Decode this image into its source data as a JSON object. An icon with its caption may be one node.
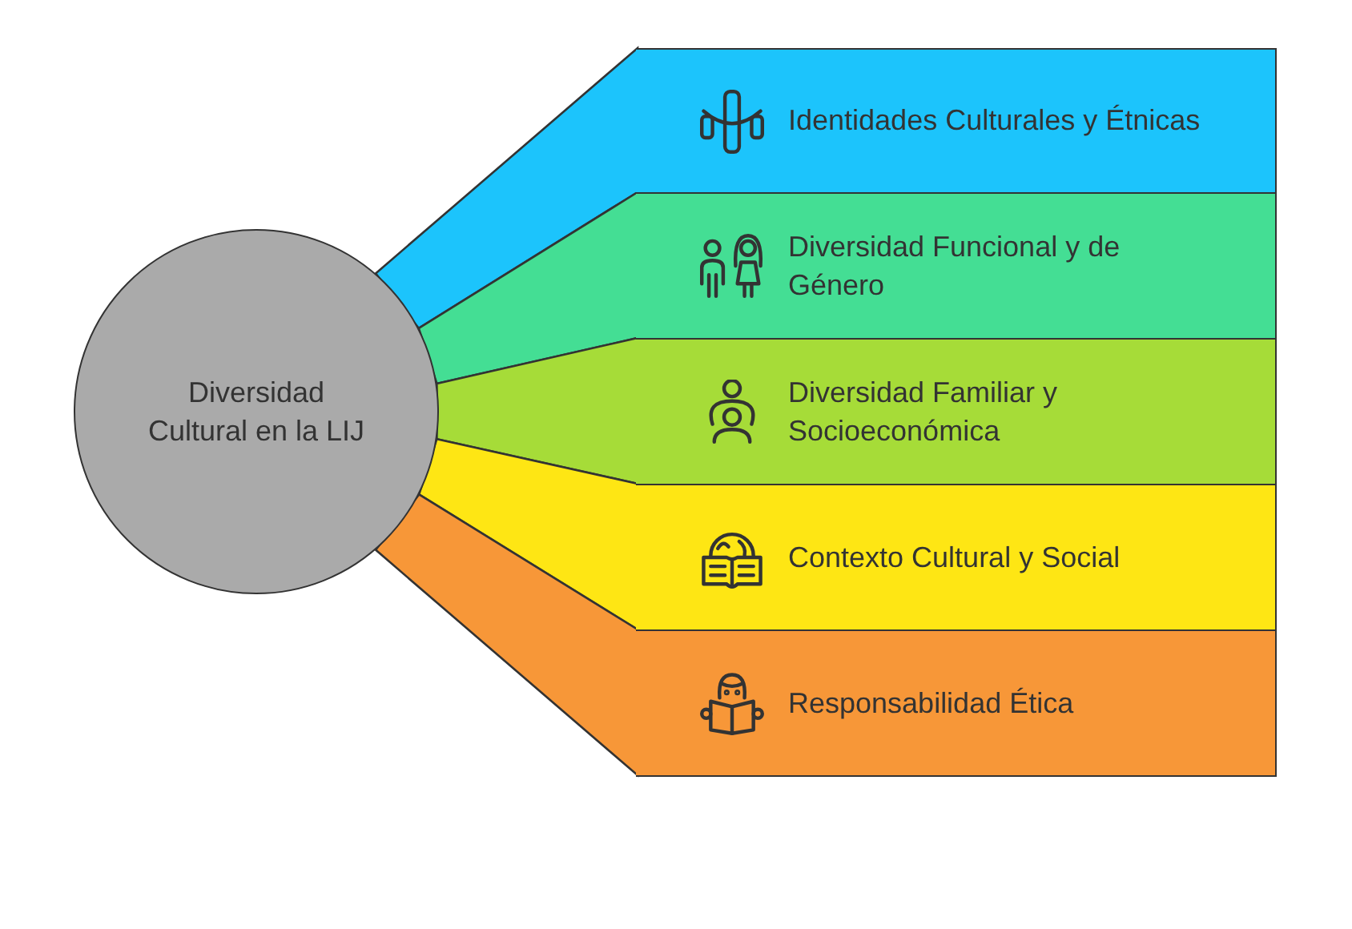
{
  "diagram": {
    "nodes": [
      {
        "text": [
          "Diversidad Cultural en la LIJ"
        ]
      },
      {
        "text": [
          "Identidades Culturales y Étnicas"
        ]
      },
      {
        "text": [
          "Diversidad Funcional y de Género"
        ]
      },
      {
        "text": [
          "Diversidad Familiar y Socioeconómica"
        ]
      },
      {
        "text": [
          "Contexto Cultural y Social"
        ]
      },
      {
        "text": [
          "Responsabilidad Ética"
        ]
      }
    ],
    "edges": [
      {
        "from": 0,
        "to": 1,
        "arrow": "none",
        "style": "thick",
        "color": "#1cc4fc"
      },
      {
        "from": 0,
        "to": 2,
        "arrow": "none",
        "style": "thick",
        "color": "#44de94"
      },
      {
        "from": 0,
        "to": 3,
        "arrow": "none",
        "style": "thick",
        "color": "#a6dc38"
      },
      {
        "from": 0,
        "to": 4,
        "arrow": "none",
        "style": "thick",
        "color": "#fee614"
      },
      {
        "from": 0,
        "to": 5,
        "arrow": "none",
        "style": "thick",
        "color": "#f79738"
      }
    ]
  }
}
